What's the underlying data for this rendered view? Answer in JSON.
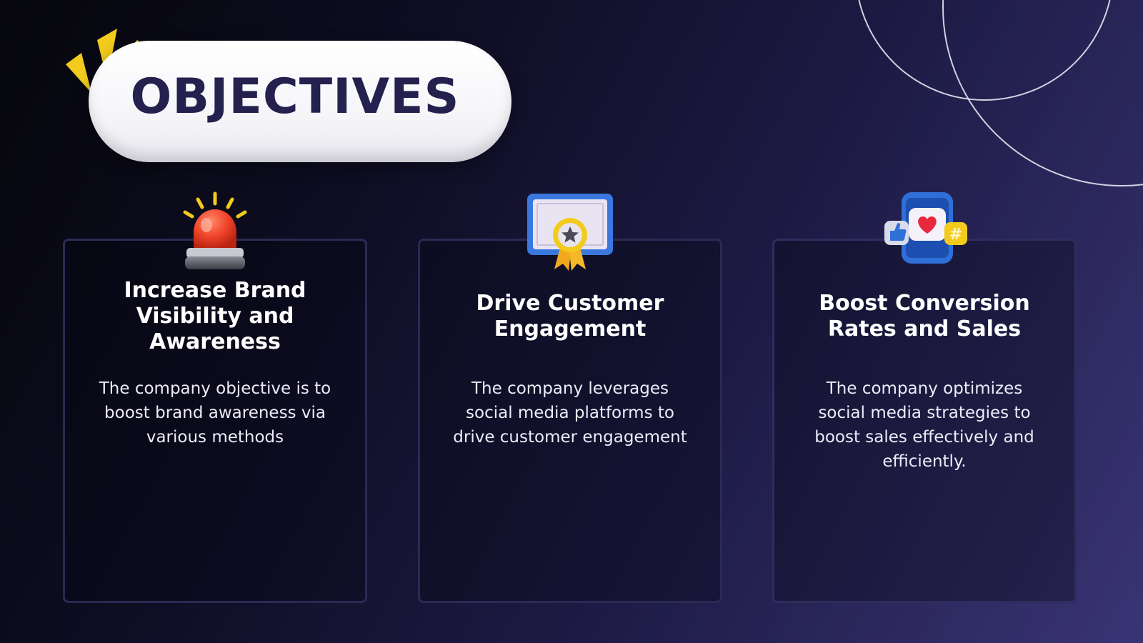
{
  "slide": {
    "title": "OBJECTIVES",
    "colors": {
      "background_dark": "#06060c",
      "background_light": "#393474",
      "title_text": "#24214f",
      "pill": "#ffffff",
      "spark": "#f2cb1d",
      "card_border": "#2b2a55"
    }
  },
  "cards": [
    {
      "icon": "alarm-siren-icon",
      "title": "Increase Brand Visibility and Awareness",
      "description": "The company objective is to boost brand awareness via various methods"
    },
    {
      "icon": "certificate-award-icon",
      "title": "Drive Customer Engagement",
      "description": "The company leverages social media platforms to drive customer engagement"
    },
    {
      "icon": "social-media-phone-icon",
      "title": "Boost Conversion Rates and Sales",
      "description": "The company optimizes social media strategies to boost sales effectively and efficiently."
    }
  ]
}
